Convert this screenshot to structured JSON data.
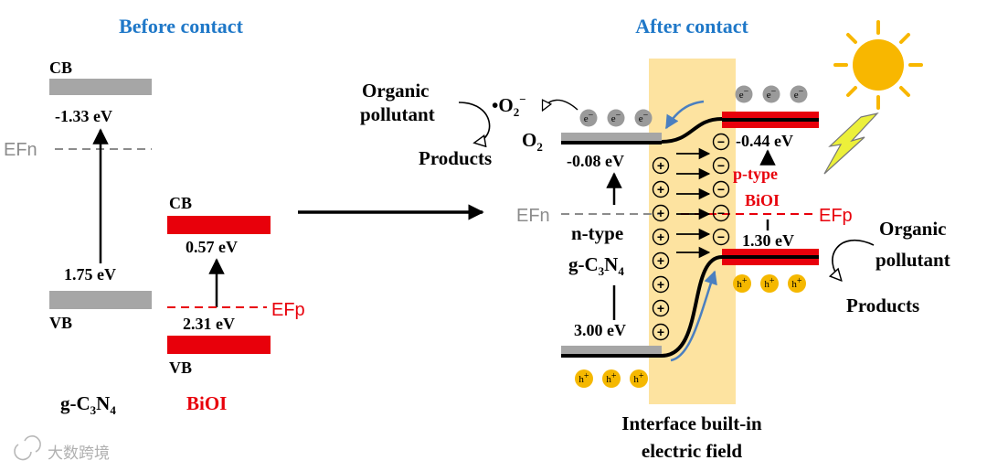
{
  "colors": {
    "title_blue": "#1f78c8",
    "gray_band": "#a6a6a6",
    "red_band": "#e8000b",
    "red_text": "#e8000b",
    "field_bg": "#fde3a0",
    "electron": "#9a9a9a",
    "hole": "#f5b800",
    "sun": "#f8b700",
    "lightning": "#ecf03a"
  },
  "icons": {
    "sun": "sun-icon",
    "lightning": "lightning-icon",
    "curved_arrow": "curved-arrow-icon",
    "logo": "watermark-logo-icon"
  },
  "before": {
    "title": "Before contact",
    "gcn": {
      "cb_label": "CB",
      "cb_value": "-1.33 eV",
      "ef_label": "EFn",
      "vb_value": "1.75 eV",
      "vb_label": "VB",
      "name_main": "g-C",
      "name_sub1": "3",
      "name_mid": "N",
      "name_sub2": "4"
    },
    "bioi": {
      "cb_label": "CB",
      "cb_value": "0.57 eV",
      "ef_label": "EFp",
      "vb_value": "2.31 eV",
      "vb_label": "VB",
      "name": "BiOI"
    }
  },
  "after": {
    "title": "After contact",
    "left_reaction": {
      "organic_line1": "Organic",
      "organic_line2": "pollutant",
      "radical": "•O",
      "radical_sub": "2",
      "radical_sup": "−",
      "o2": "O",
      "o2_sub": "2",
      "products": "Products"
    },
    "electron_label": "e",
    "electron_sup": "−",
    "hole_label": "h",
    "hole_sup": "+",
    "gcn_cb_value": "-0.08 eV",
    "gcn_vb_value": "3.00 eV",
    "ef_n": "EFn",
    "ef_p": "EFp",
    "n_type_line1": "n-type",
    "n_type_main": "g-C",
    "n_type_sub1": "3",
    "n_type_mid": "N",
    "n_type_sub2": "4",
    "p_type_line1": "p-type",
    "p_type_line2": "BiOI",
    "bioi_cb_value": "-0.44 eV",
    "bioi_vb_value": "1.30 eV",
    "plus_sign": "+",
    "minus_sign": "−",
    "right_reaction": {
      "organic_line1": "Organic",
      "organic_line2": "pollutant",
      "products": "Products"
    },
    "field_label_line1": "Interface built-in",
    "field_label_line2": "electric field"
  },
  "watermark": {
    "text": "大数跨境"
  }
}
